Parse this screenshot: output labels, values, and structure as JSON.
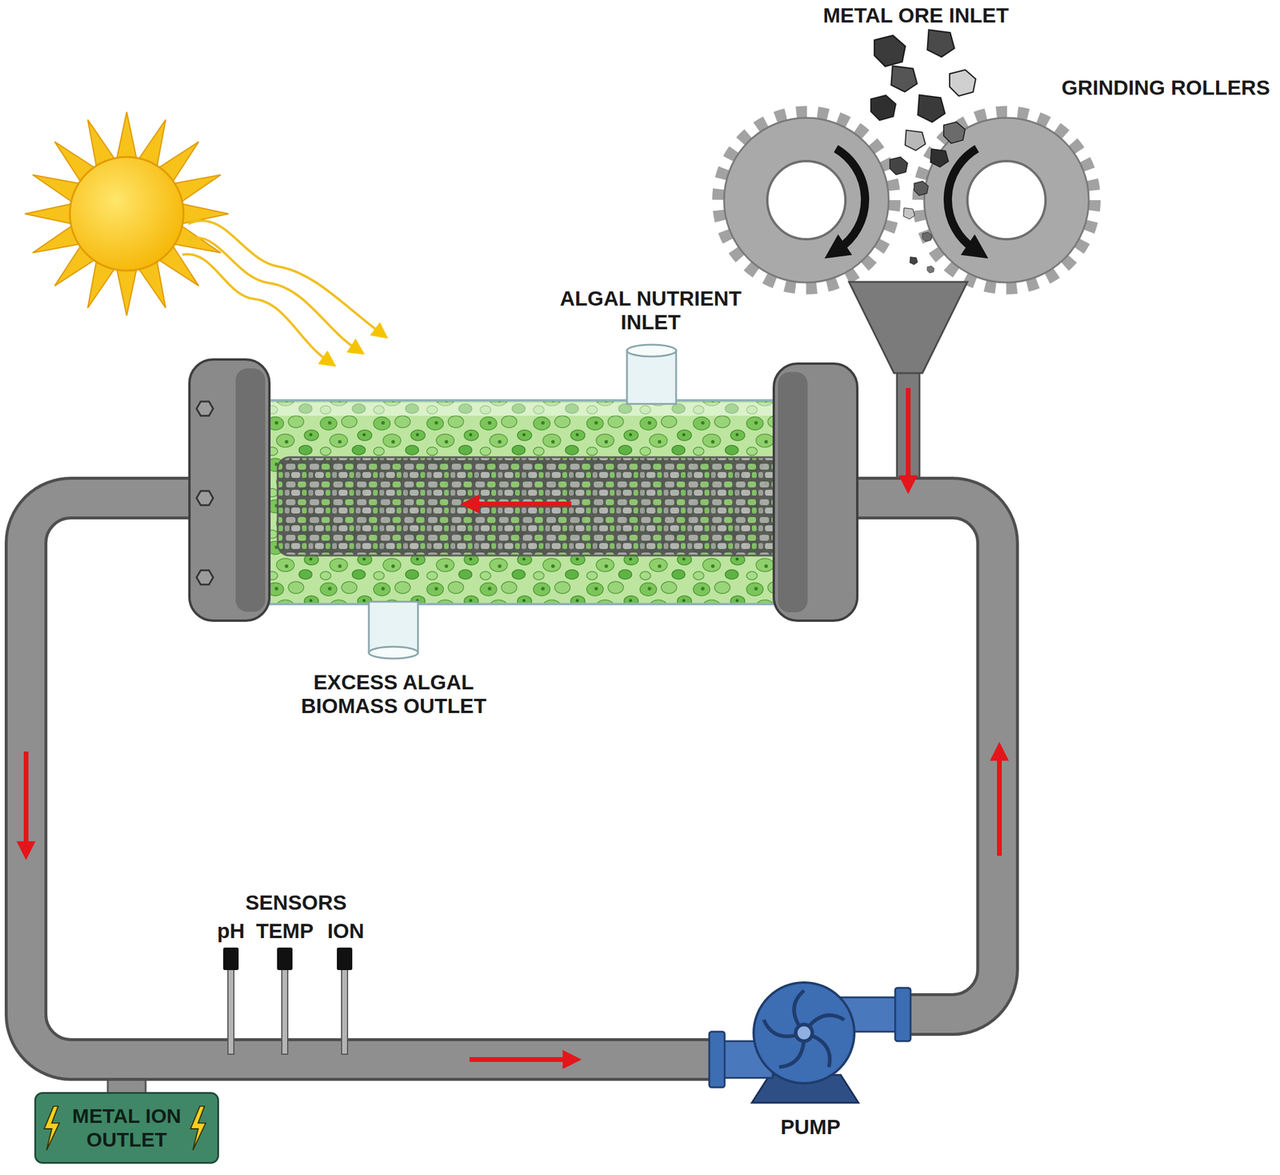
{
  "diagram": {
    "nodes": [
      {
        "text": [
          "METAL ION OUTLET"
        ]
      }
    ],
    "labels": [
      "METAL ORE INLET",
      "GRINDING ROLLERS",
      "ALGAL NUTRIENT INLET",
      "EXCESS ALGAL BIOMASS OUTLET",
      "SENSORS",
      "pH",
      "TEMP",
      "ION",
      "PUMP"
    ]
  }
}
